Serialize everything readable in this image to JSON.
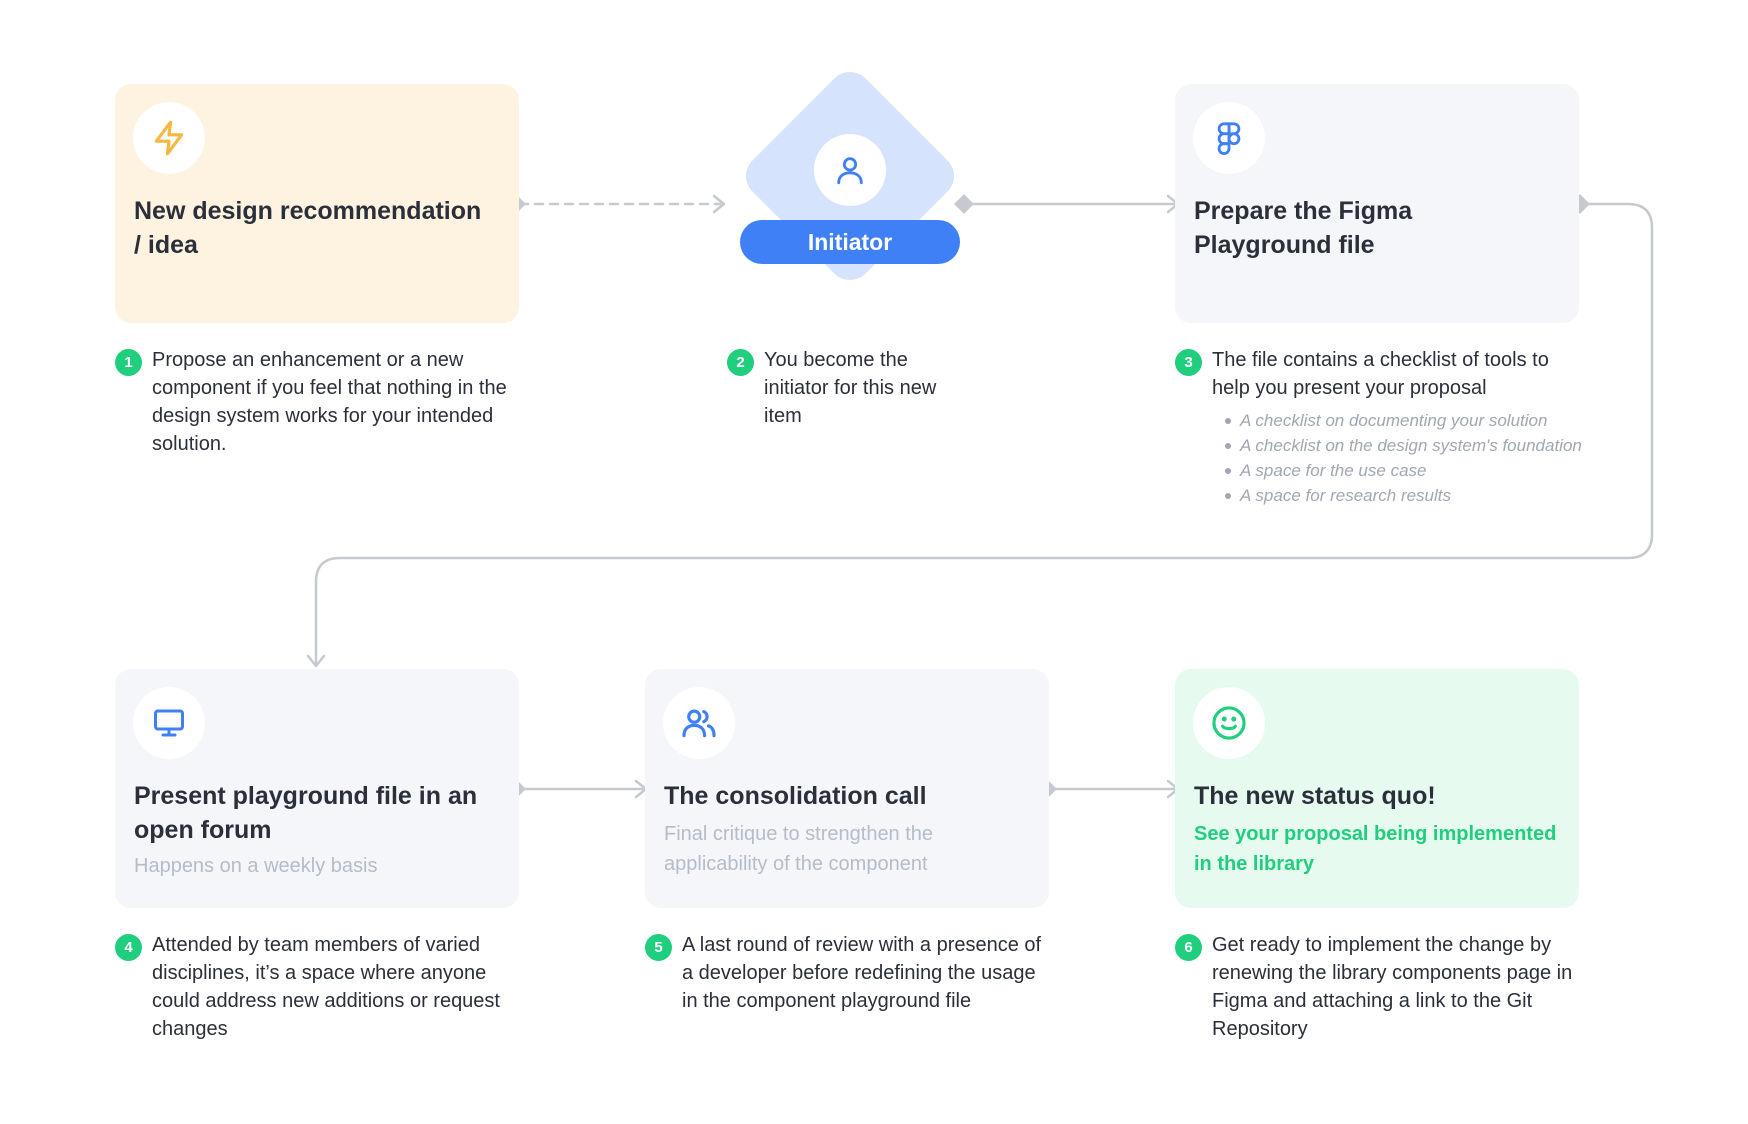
{
  "colors": {
    "card_neutral": "#f4f6fa",
    "card_orange": "#fdf3e0",
    "card_green": "#e6faf0",
    "accent_blue": "#4080f6",
    "diamond_blue": "#d6e3fd",
    "accent_green": "#1fcf7e",
    "icon_orange": "#f5b942",
    "connector": "#c6c9cf"
  },
  "cards": {
    "idea": {
      "title": "New design recommendation / idea",
      "icon": "lightning-icon"
    },
    "initiator": {
      "label": "Initiator",
      "icon": "user-icon"
    },
    "prepare": {
      "title": "Prepare the Figma Playground file",
      "icon": "figma-icon"
    },
    "present": {
      "title": "Present playground file in an open forum",
      "subtitle": "Happens on a weekly basis",
      "icon": "monitor-icon"
    },
    "consolidation": {
      "title": "The consolidation call",
      "subtitle": "Final critique to strengthen the applicability of the component",
      "icon": "users-icon"
    },
    "status_quo": {
      "title": "The new status quo!",
      "subtitle": "See your proposal being implemented in the library",
      "icon": "smile-icon"
    }
  },
  "steps": [
    {
      "number": "1",
      "text": "Propose an enhancement or a new component if you feel that nothing in the design system works for your intended solution."
    },
    {
      "number": "2",
      "text": "You become the initiator for this new item"
    },
    {
      "number": "3",
      "text": "The file contains a checklist of tools to help you present your proposal",
      "bullets": [
        "A checklist on documenting your solution",
        "A checklist on the design system's foundation",
        "A space for the use case",
        "A space for research results"
      ]
    },
    {
      "number": "4",
      "text": "Attended by team members of varied disciplines, it’s a space where anyone could address new additions or request changes"
    },
    {
      "number": "5",
      "text": "A last round of review with a presence of a developer before redefining the usage in the component playground file"
    },
    {
      "number": "6",
      "text": "Get ready to implement the change by renewing the library components page in Figma and attaching a link to the Git Repository"
    }
  ]
}
